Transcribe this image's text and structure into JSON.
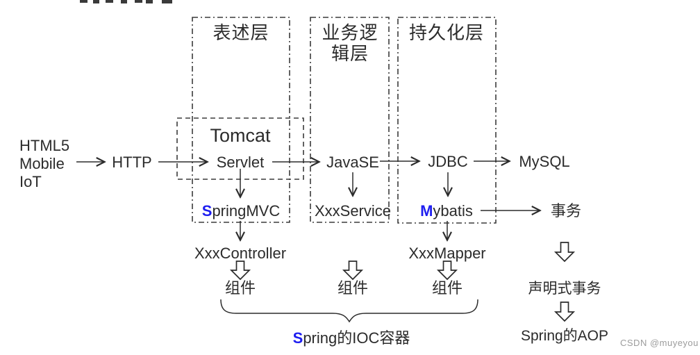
{
  "colors": {
    "text": "#2b2b2b",
    "accent_blue": "#1e1ef0",
    "watermark_gray": "#9c9c9c"
  },
  "layers": [
    {
      "title_lines": [
        "表述层",
        ""
      ]
    },
    {
      "title_lines": [
        "业务逻",
        "辑层"
      ]
    },
    {
      "title_lines": [
        "持久化层",
        ""
      ]
    }
  ],
  "nodes": {
    "clients": [
      "HTML5",
      "Mobile",
      "IoT"
    ],
    "http": "HTTP",
    "tomcat": "Tomcat",
    "servlet": "Servlet",
    "javase": "JavaSE",
    "jdbc": "JDBC",
    "mysql": "MySQL",
    "springmvc": {
      "highlight": "S",
      "rest": "pringMVC"
    },
    "xxxservice": "XxxService",
    "mybatis": {
      "highlight": "M",
      "rest": "ybatis"
    },
    "transaction": "事务",
    "xxxcontroller": "XxxController",
    "xxxmapper": "XxxMapper",
    "component1": "组件",
    "component2": "组件",
    "component3": "组件",
    "ioc_container": {
      "highlight": "S",
      "rest": "pring的IOC容器"
    },
    "declarative_tx": "声明式事务",
    "spring_aop": "Spring的AOP"
  },
  "watermark": "CSDN @muyeyou"
}
